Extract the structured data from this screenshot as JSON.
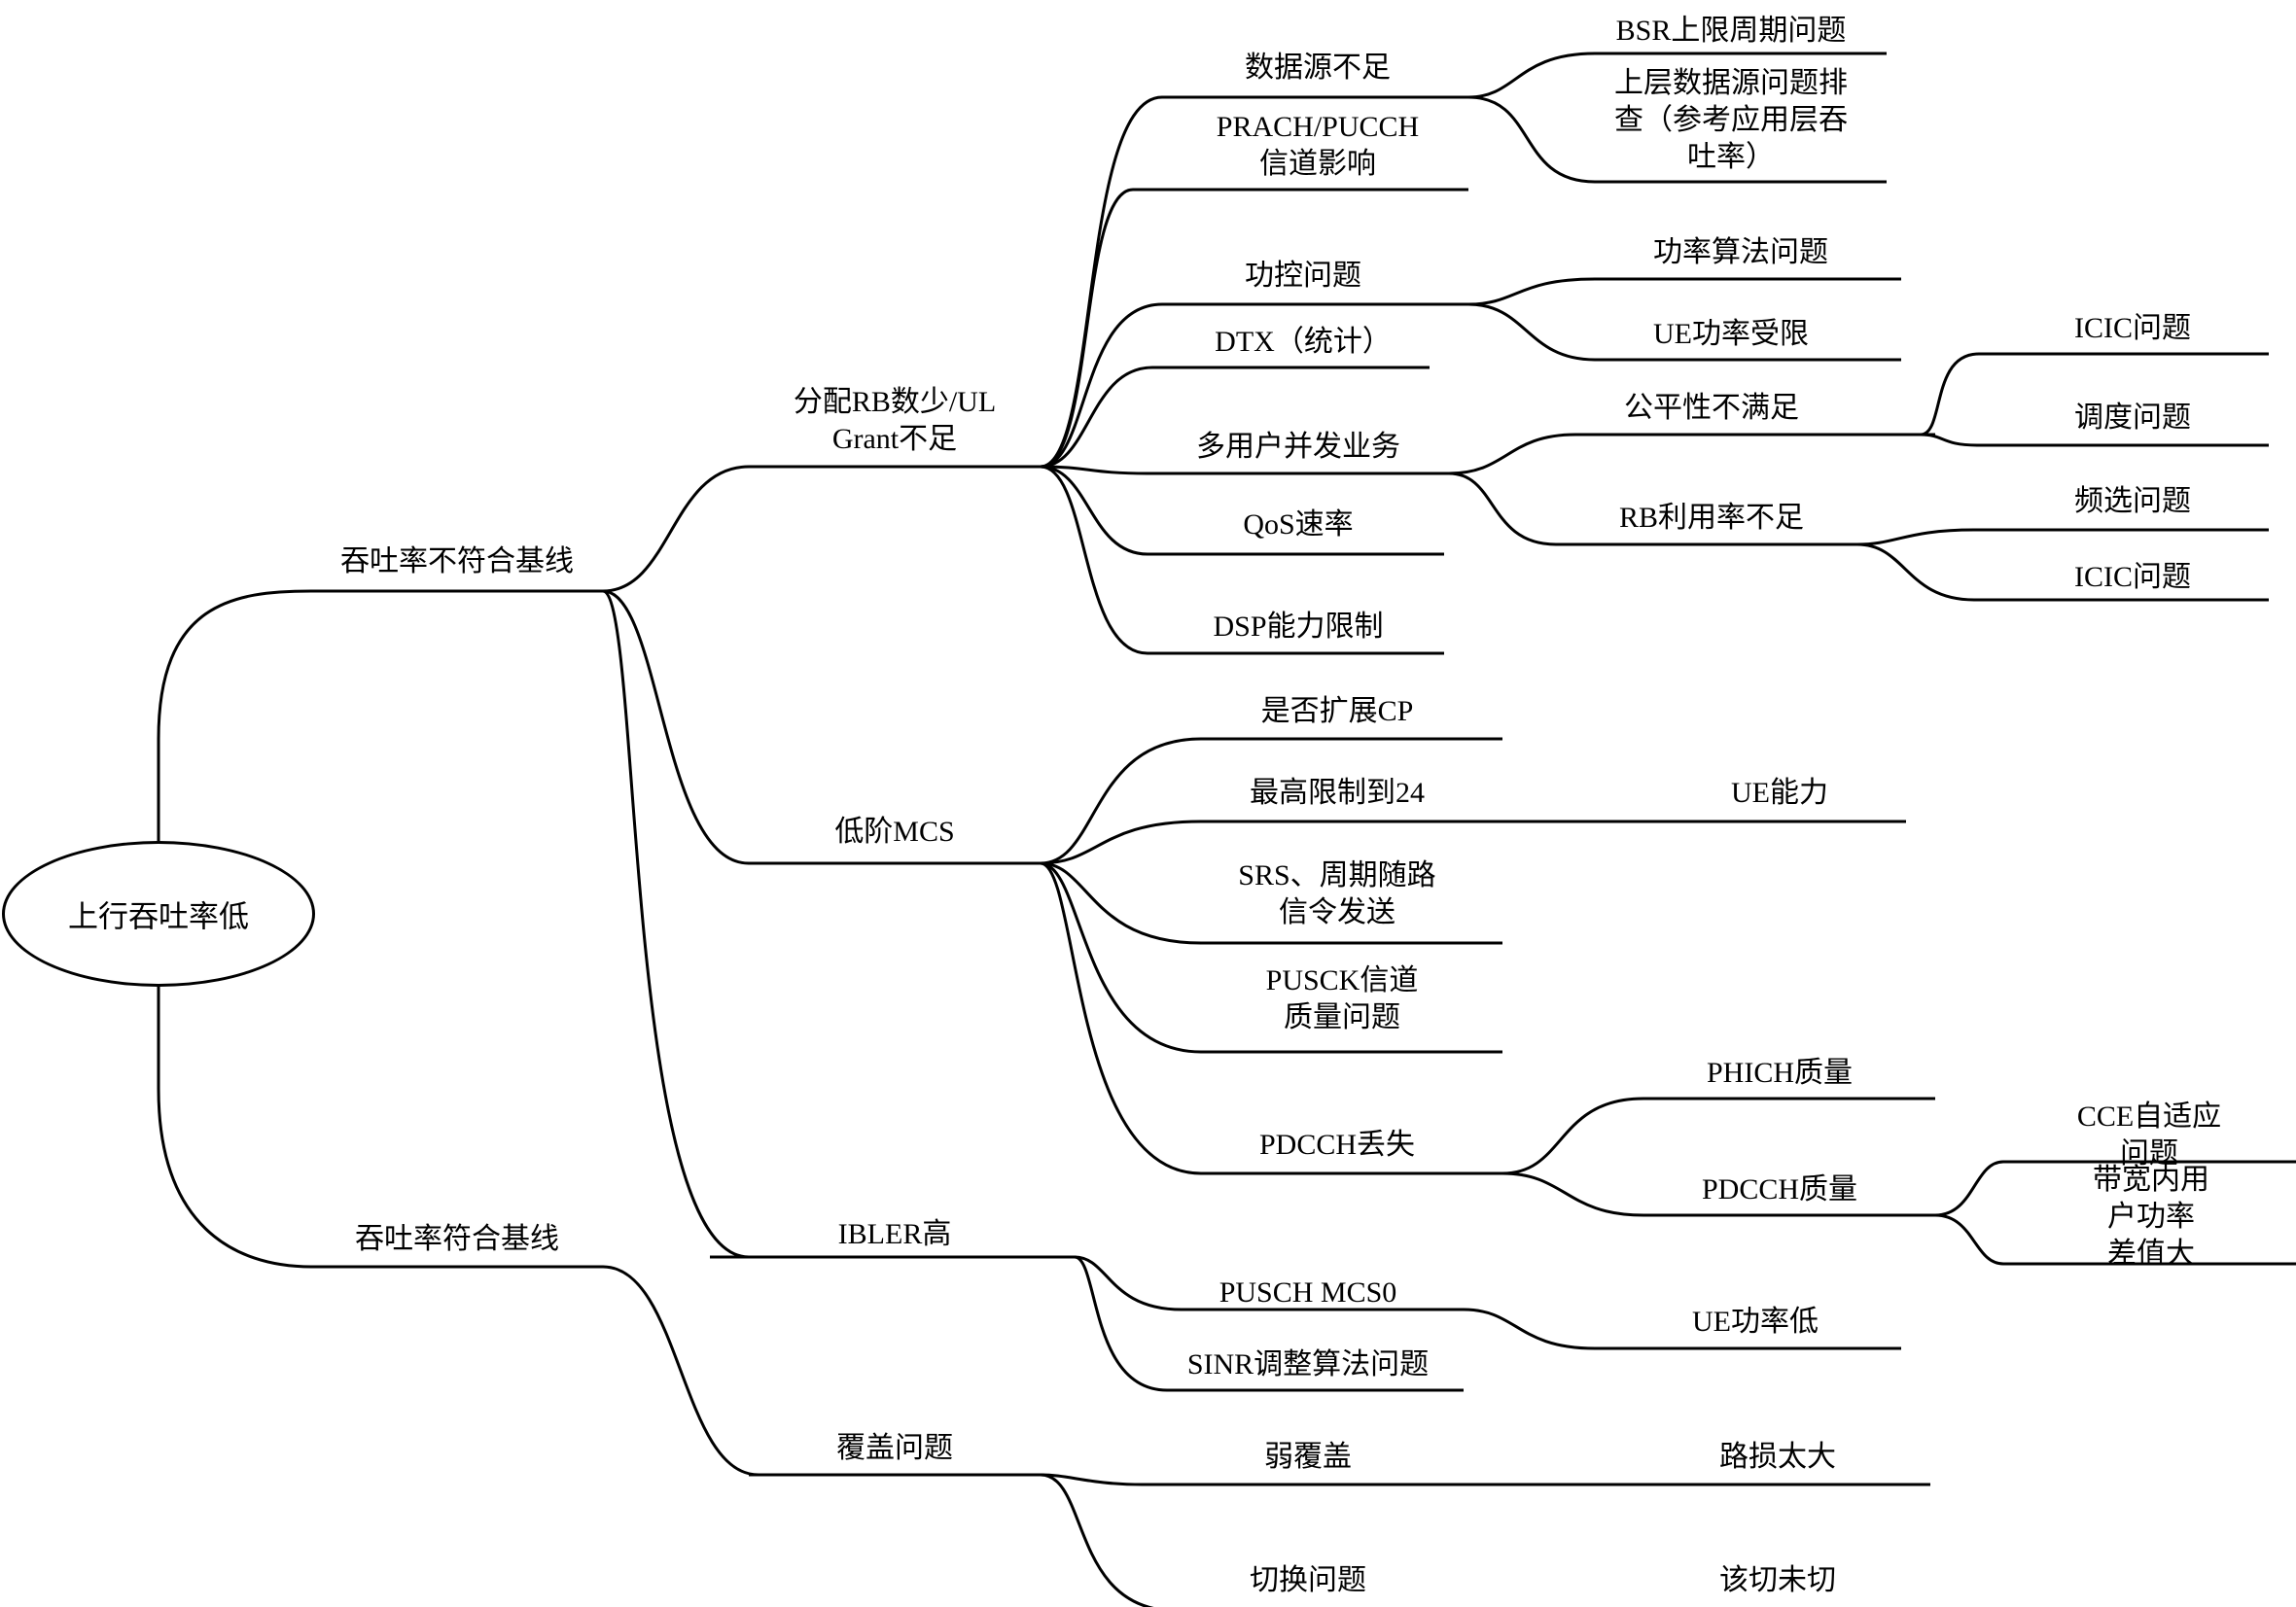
{
  "root": {
    "label": "上行吞吐率低"
  },
  "nodes": {
    "n1": "吞吐率不符合基线",
    "n2": "吞吐率符合基线",
    "n1_1": "分配RB数少/UL\nGrant不足",
    "n1_2": "低阶MCS",
    "n1_3": "IBLER高",
    "n2_1": "覆盖问题",
    "rb1": "数据源不足",
    "rb2": "PRACH/PUCCH\n信道影响",
    "rb3": "功控问题",
    "rb4": "DTX（统计）",
    "rb5": "多用户并发业务",
    "rb6": "QoS速率",
    "rb7": "DSP能力限制",
    "rb1a": "BSR上限周期问题",
    "rb1b": "上层数据源问题排\n查（参考应用层吞\n吐率）",
    "rb3a": "功率算法问题",
    "rb3b": "UE功率受限",
    "rb5a": "公平性不满足",
    "rb5b": "RB利用率不足",
    "rb5a1": "ICIC问题",
    "rb5a2": "调度问题",
    "rb5b1": "频选问题",
    "rb5b2": "ICIC问题",
    "mcs1": "是否扩展CP",
    "mcs2": "最高限制到24",
    "mcs3": "SRS、周期随路\n信令发送",
    "mcs4": "PUSCK信道\n质量问题",
    "mcs5": "PDCCH丢失",
    "mcs2a": "UE能力",
    "mcs5a": "PHICH质量",
    "mcs5b": "PDCCH质量",
    "mcs5b1": "CCE自适应问题",
    "mcs5b2": "带宽内用户功率\n差值大",
    "ib1": "PUSCH MCS0",
    "ib2": "SINR调整算法问题",
    "ib1a": "UE功率低",
    "cov1": "弱覆盖",
    "cov2": "切换问题",
    "cov1a": "路损太大",
    "cov2a": "该切未切"
  }
}
